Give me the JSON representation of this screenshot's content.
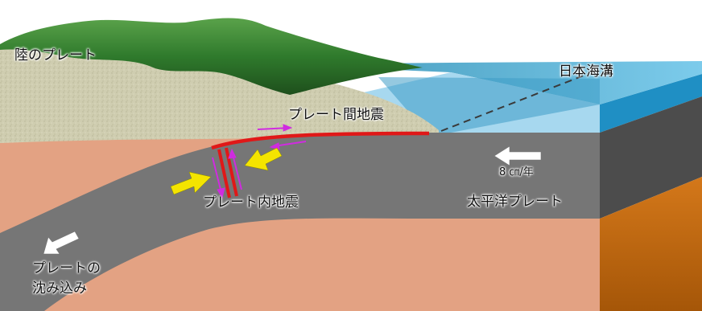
{
  "labels": {
    "continental_plate": "陸のプレート",
    "japan_trench": "日本海溝",
    "interplate_quake": "プレート間地震",
    "intraplate_quake": "プレート内地震",
    "pacific_plate": "太平洋プレート",
    "plate_speed": "8 ㎝/年",
    "subduction_line1": "プレートの",
    "subduction_line2": "沈み込み"
  },
  "colors": {
    "mantle": "#e3a283",
    "pacific_plate": "#767676",
    "plate_right_face": "#4c4c4c",
    "mantle_right_face": "#c76d12",
    "sea_top": "#7fc6e6",
    "sea_front": "#a7d8ef",
    "sea_right_face": "#1f8fc4",
    "land_sediment": "#cfcdb0",
    "mountain_green": "#2e7a2a",
    "fault_red": "#e01818",
    "stress_yellow": "#f4e400",
    "slip_magenta": "#d02be0"
  },
  "icons": [
    "arrow-left-icon",
    "yellow-stress-arrow-icon",
    "magenta-slip-arrow-icon"
  ]
}
